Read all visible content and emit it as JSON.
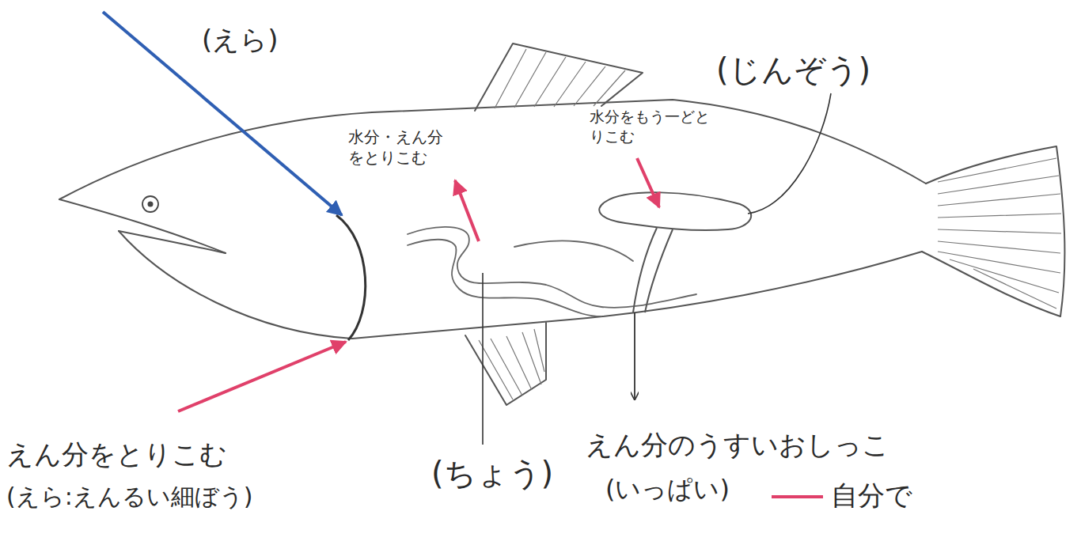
{
  "diagram": {
    "labels": [
      "(えら)",
      "(じんぞう)",
      "水分・えん分をとりこむ",
      "水分をもう一どとりこむ",
      "えん分をとりこむ",
      "(えら:えんるい細ぼう)",
      "(ちょう)",
      "えん分のうすいおしっこ",
      "(いっぱい)"
    ],
    "legend": [
      {
        "text": "自分で"
      }
    ]
  }
}
